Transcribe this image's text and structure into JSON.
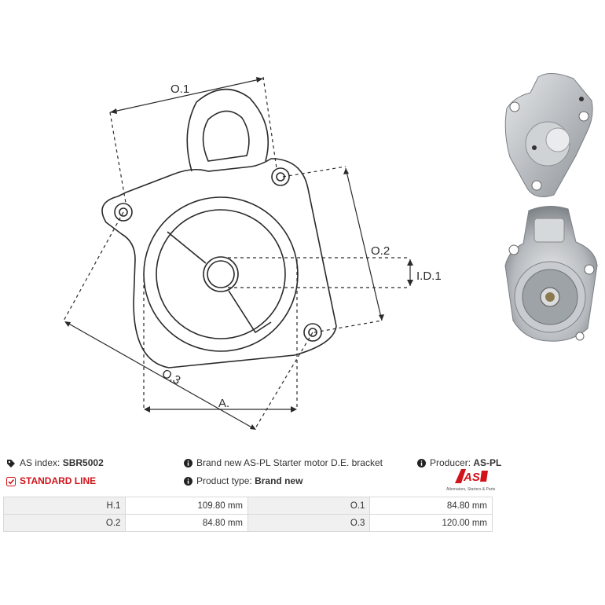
{
  "diagram": {
    "labels": {
      "o1": "O.1",
      "o2": "O.2",
      "id1": "I.D.1",
      "o3": "O.3",
      "a": "A."
    }
  },
  "info": {
    "as_index_label": "AS index:",
    "as_index_value": "SBR5002",
    "standard_line": "STANDARD LINE",
    "description": "Brand new AS-PL Starter motor D.E. bracket",
    "product_type_label": "Product type:",
    "product_type_value": "Brand new",
    "producer_label": "Producer:",
    "producer_value": "AS-PL"
  },
  "logo": {
    "mark": "AS",
    "subtitle": "Alternators, Starters & Parts"
  },
  "specs": [
    {
      "label1": "H.1",
      "value1": "109.80 mm",
      "label2": "O.1",
      "value2": "84.80 mm"
    },
    {
      "label1": "O.2",
      "value1": "84.80 mm",
      "label2": "O.3",
      "value2": "120.00 mm"
    }
  ],
  "colors": {
    "accent": "#d0141a",
    "line": "#2a2a2a"
  },
  "icons": [
    "tag-icon",
    "info-icon",
    "check-icon"
  ]
}
